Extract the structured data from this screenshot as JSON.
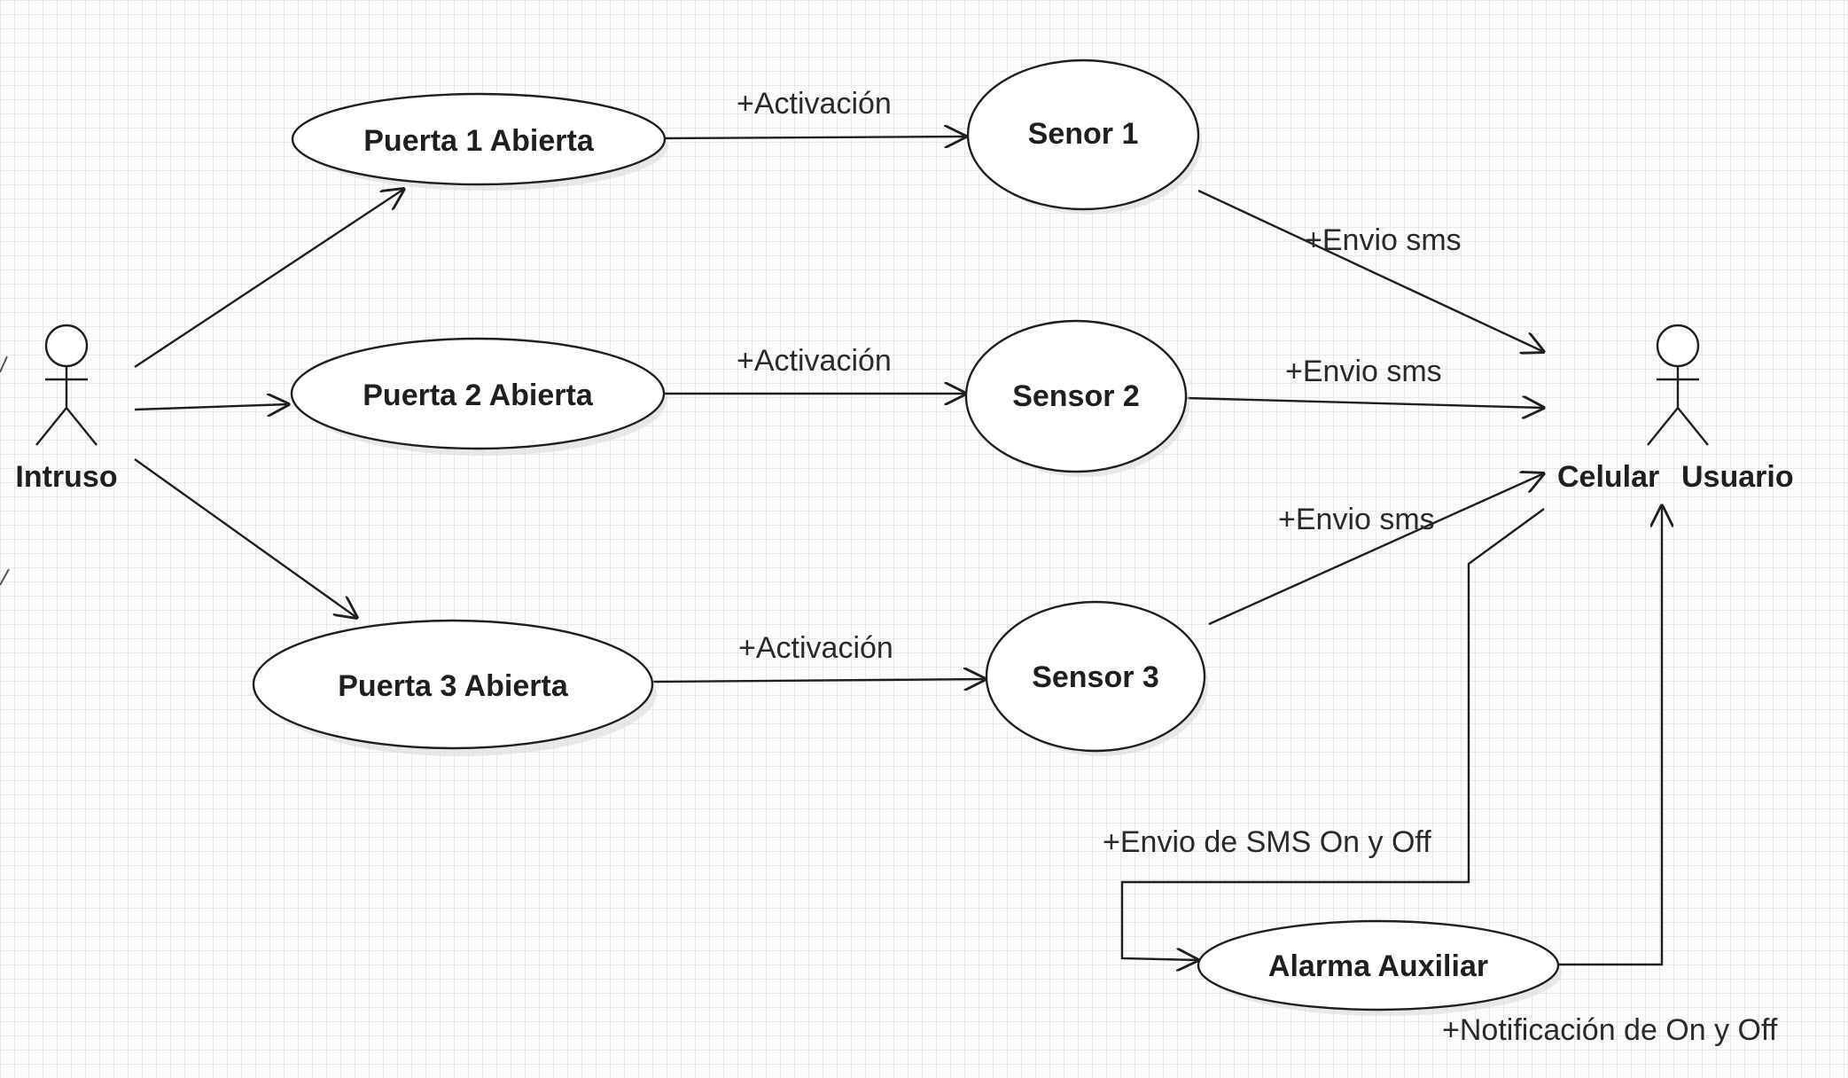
{
  "actors": {
    "intruder": "Intruso",
    "user_left": "Celular",
    "user_right": "Usuario"
  },
  "use_cases": {
    "door1": "Puerta 1 Abierta",
    "door2": "Puerta 2 Abierta",
    "door3": "Puerta 3 Abierta",
    "sensor1": "Senor 1",
    "sensor2": "Sensor 2",
    "sensor3": "Sensor 3",
    "alarm": "Alarma Auxiliar"
  },
  "labels": {
    "activation1": "+Activación",
    "activation2": "+Activación",
    "activation3": "+Activación",
    "sms1": "+Envio sms",
    "sms2": "+Envio sms",
    "sms3": "+Envio sms",
    "sms_on_off": "+Envio de SMS On y Off",
    "notify_on_off": "+Notificación de On y Off"
  },
  "colors": {
    "stroke": "#1f1f1f",
    "grid": "#e9e9e9",
    "background": "#fbfbfb",
    "shadow": "#d9d9d9"
  }
}
